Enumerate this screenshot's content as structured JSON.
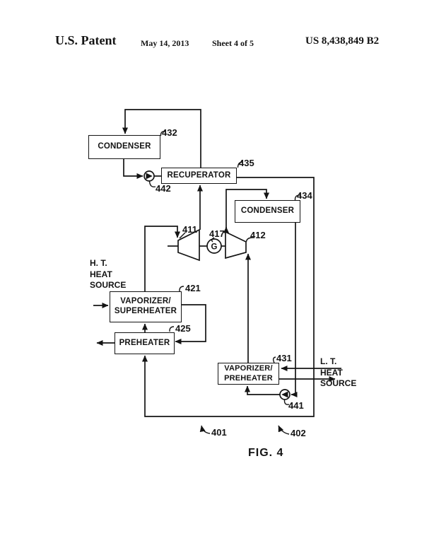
{
  "header": {
    "title": "U.S. Patent",
    "date": "May 14, 2013",
    "sheet": "Sheet 4 of 5",
    "patent_number": "US 8,438,849 B2"
  },
  "diagram": {
    "boxes": {
      "condenser_432": {
        "label": "CONDENSER"
      },
      "recuperator_435": {
        "label": "RECUPERATOR"
      },
      "condenser_434": {
        "label": "CONDENSER"
      },
      "vaporizer_superheater_421": {
        "line1": "VAPORIZER/",
        "line2": "SUPERHEATER"
      },
      "preheater_425": {
        "label": "PREHEATER"
      },
      "vaporizer_preheater_431": {
        "line1": "VAPORIZER/",
        "line2": "PREHEATER"
      }
    },
    "generator": {
      "label": "G"
    },
    "refs": {
      "r401": "401",
      "r402": "402",
      "r411": "411",
      "r412": "412",
      "r417": "417",
      "r421": "421",
      "r425": "425",
      "r431": "431",
      "r432": "432",
      "r434": "434",
      "r435": "435",
      "r441": "441",
      "r442": "442"
    },
    "heat_sources": {
      "ht": {
        "line1": "H. T.",
        "line2": "HEAT",
        "line3": "SOURCE"
      },
      "lt": {
        "line1": "L. T.",
        "line2": "HEAT",
        "line3": "SOURCE"
      }
    },
    "colors": {
      "line": "#141414",
      "background": "#ffffff"
    }
  },
  "figure_caption": "FIG. 4"
}
